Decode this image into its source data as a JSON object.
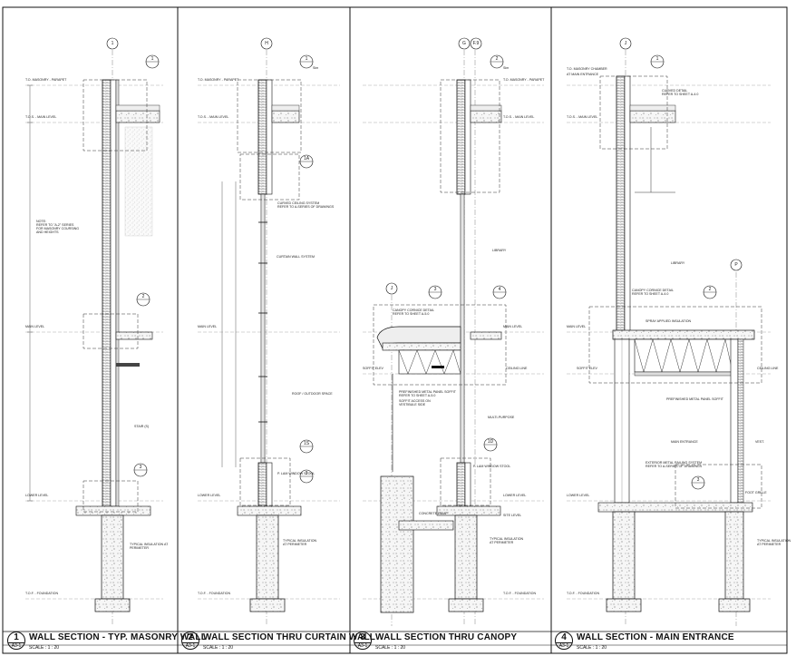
{
  "sheet": {
    "panels": [
      {
        "number": "1",
        "sheet_ref": "A3-1",
        "title": "WALL SECTION - TYP. MASONRY WALL",
        "scale": "SCALE : 1 : 20",
        "grid_bubbles": [
          "1"
        ],
        "detail_tags": [
          "1",
          "2",
          "3"
        ],
        "level_labels": [
          "T.O. MASONRY - PARAPET",
          "T.O.S. - MAIN LEVEL",
          "MAIN LEVEL",
          "LOWER LEVEL",
          "T.O.F. - FOUNDATION"
        ],
        "notes": [
          "NOTE:",
          "REFER TO \"A-2\" SERIES",
          "FOR MASONRY COURSING",
          "AND HEIGHTS",
          "STAIR (S)",
          "TYPICAL INSULATION AT",
          "PERIMETER"
        ]
      },
      {
        "number": "2",
        "sheet_ref": "A3-1",
        "title": "WALL SECTION THRU CURTAIN WALL",
        "scale": "SCALE : 1 : 20",
        "grid_bubbles": [
          "H"
        ],
        "detail_tags": [
          "1",
          "1A",
          "1S",
          "3"
        ],
        "level_labels": [
          "T.O. MASONRY - PARAPET",
          "T.O.S. - MAIN LEVEL",
          "MAIN LEVEL",
          "LOWER LEVEL",
          "T.O.F. - FOUNDATION"
        ],
        "notes": [
          "Sim",
          "CURVED CEILING SYSTEM",
          "REFER TO A-SERIES OF DRAWINGS",
          "CURTAIN WALL SYSTEM",
          "ROOF / OUTDOOR SPACE",
          "P. LAM WINDOW STOOL",
          "TYPICAL INSULATION",
          "AT PERIMETER"
        ]
      },
      {
        "number": "3",
        "sheet_ref": "A3-1",
        "title": "WALL SECTION THRU CANOPY",
        "scale": "SCALE : 1 : 20",
        "grid_bubbles": [
          "G",
          "F.9",
          "J"
        ],
        "detail_tags": [
          "2",
          "3",
          "4",
          "1D"
        ],
        "level_labels": [
          "T.O. MASONRY - PARAPET",
          "T.O.S. - MAIN LEVEL",
          "MAIN LEVEL",
          "SOFFIT ELEV",
          "CEILING LINE",
          "LOWER LEVEL",
          "SITE LEVEL",
          "T.O.F. - FOUNDATION"
        ],
        "notes": [
          "Sim",
          "LIBRARY",
          "CANOPY CORNICE DETAIL",
          "REFER TO SHEET A-5.0",
          "PREFINISHED METAL PANEL SOFFIT",
          "REFER TO SHEET A-5.0",
          "SOFFIT ACCESS ON",
          "VESTIBULE SIDE",
          "MULTI-PURPOSE",
          "P. LAM WINDOW STOOL",
          "CONCRETE RAMP",
          "TYPICAL INSULATION",
          "AT PERIMETER"
        ]
      },
      {
        "number": "4",
        "sheet_ref": "A3-1",
        "title": "WALL SECTION - MAIN ENTRANCE",
        "scale": "SCALE : 1 : 20",
        "grid_bubbles": [
          "J",
          "P"
        ],
        "detail_tags": [
          "1",
          "2",
          "3"
        ],
        "level_labels": [
          "T.O. MASONRY CHAMBER",
          "AT MAIN ENTRANCE",
          "T.O.S. - MAIN LEVEL",
          "MAIN LEVEL",
          "SOFFIT ELEV",
          "CEILING LINE",
          "LOWER LEVEL",
          "T.O.F. - FOUNDATION"
        ],
        "notes": [
          "CURVED DETAIL",
          "REFER TO SHEET A-4.0",
          "LIBRARY",
          "CANOPY CORNICE DETAIL",
          "REFER TO SHEET A-4.0",
          "SPRAY APPLIED INSULATION",
          "PREFINISHED METAL PANEL SOFFIT",
          "MAIN ENTRANCE",
          "VEST.",
          "EXTERIOR METAL RAILING SYSTEM",
          "REFER TO A-SERIES OF DRAWINGS",
          "FOOT GRILLE",
          "TYPICAL INSULATION",
          "AT PERIMETER"
        ]
      }
    ]
  }
}
